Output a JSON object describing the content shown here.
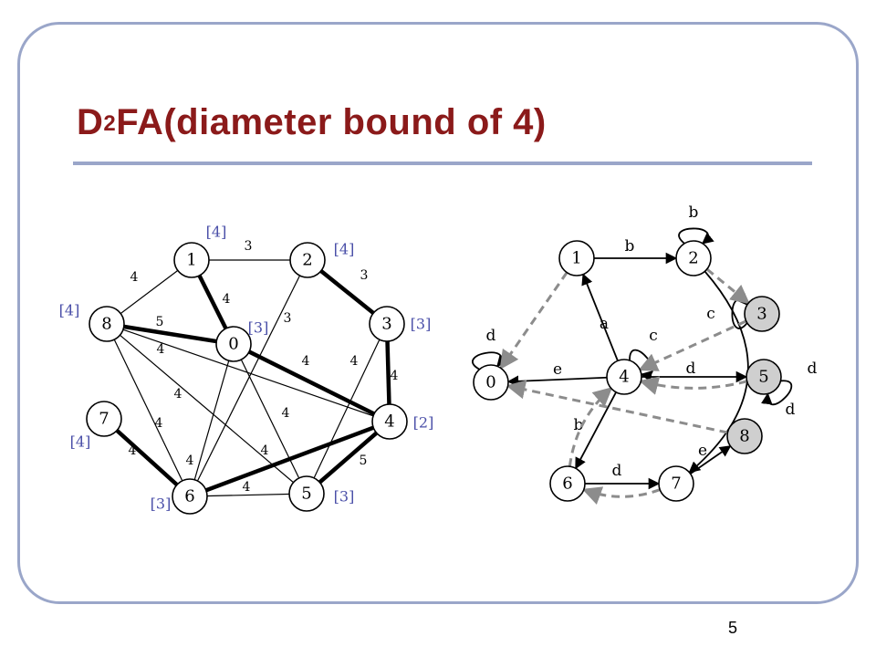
{
  "slide": {
    "title_prefix": "D",
    "title_sup": "2",
    "title_rest": "FA(diameter bound of 4)",
    "page_number": "5"
  },
  "colors": {
    "frame": "#9aa6c9",
    "title": "#8b1a1a",
    "bracket_label": "#4a4fa8",
    "dashed_edge": "#8c8c8c",
    "shaded_node": "#cfcfcf"
  },
  "left_graph": {
    "nodes": [
      {
        "id": "0",
        "label": "0",
        "bracket": "[3]"
      },
      {
        "id": "1",
        "label": "1",
        "bracket": "[4]"
      },
      {
        "id": "2",
        "label": "2",
        "bracket": "[4]"
      },
      {
        "id": "3",
        "label": "3",
        "bracket": "[3]"
      },
      {
        "id": "4",
        "label": "4",
        "bracket": "[2]"
      },
      {
        "id": "5",
        "label": "5",
        "bracket": "[3]"
      },
      {
        "id": "6",
        "label": "6",
        "bracket": "[3]"
      },
      {
        "id": "7",
        "label": "7",
        "bracket": "[4]"
      },
      {
        "id": "8",
        "label": "8",
        "bracket": "[4]"
      }
    ],
    "edges": [
      {
        "from": "1",
        "to": "2",
        "weight": "3",
        "bold": false
      },
      {
        "from": "1",
        "to": "8",
        "weight": "4",
        "bold": false
      },
      {
        "from": "1",
        "to": "0",
        "weight": "4",
        "bold": true
      },
      {
        "from": "2",
        "to": "3",
        "weight": "3",
        "bold": true
      },
      {
        "from": "2",
        "to": "6",
        "weight": "3",
        "bold": false
      },
      {
        "from": "8",
        "to": "0",
        "weight": "5",
        "bold": true
      },
      {
        "from": "8",
        "to": "4",
        "weight": "4",
        "bold": false
      },
      {
        "from": "8",
        "to": "5",
        "weight": "4",
        "bold": false
      },
      {
        "from": "8",
        "to": "6",
        "weight": "4",
        "bold": false
      },
      {
        "from": "0",
        "to": "4",
        "weight": "4",
        "bold": true
      },
      {
        "from": "0",
        "to": "6",
        "weight": "4",
        "bold": false
      },
      {
        "from": "0",
        "to": "5",
        "weight": "4",
        "bold": false
      },
      {
        "from": "3",
        "to": "4",
        "weight": "4",
        "bold": true
      },
      {
        "from": "3",
        "to": "5",
        "weight": "4",
        "bold": false
      },
      {
        "from": "4",
        "to": "6",
        "weight": "4",
        "bold": true
      },
      {
        "from": "4",
        "to": "5",
        "weight": "5",
        "bold": true
      },
      {
        "from": "7",
        "to": "6",
        "weight": "4",
        "bold": true
      },
      {
        "from": "6",
        "to": "5",
        "weight": "4",
        "bold": false
      }
    ]
  },
  "right_graph": {
    "nodes": [
      {
        "id": "0",
        "label": "0",
        "shaded": false
      },
      {
        "id": "1",
        "label": "1",
        "shaded": false
      },
      {
        "id": "2",
        "label": "2",
        "shaded": false
      },
      {
        "id": "3",
        "label": "3",
        "shaded": true
      },
      {
        "id": "4",
        "label": "4",
        "shaded": false
      },
      {
        "id": "5",
        "label": "5",
        "shaded": true
      },
      {
        "id": "6",
        "label": "6",
        "shaded": false
      },
      {
        "id": "7",
        "label": "7",
        "shaded": false
      },
      {
        "id": "8",
        "label": "8",
        "shaded": true
      }
    ],
    "edges": [
      {
        "from": "1",
        "to": "2",
        "label": "b",
        "dashed": false
      },
      {
        "from": "2",
        "to": "2",
        "label": "b",
        "dashed": false
      },
      {
        "from": "2",
        "to": "7",
        "label": "d",
        "dashed": false
      },
      {
        "from": "3",
        "to": "3",
        "label": "c",
        "dashed": false
      },
      {
        "from": "4",
        "to": "1",
        "label": "a",
        "dashed": false
      },
      {
        "from": "4",
        "to": "4",
        "label": "c",
        "dashed": false
      },
      {
        "from": "4",
        "to": "0",
        "label": "e",
        "dashed": false
      },
      {
        "from": "4",
        "to": "5",
        "label": "d",
        "dashed": false
      },
      {
        "from": "4",
        "to": "6",
        "label": "b",
        "dashed": false
      },
      {
        "from": "0",
        "to": "0",
        "label": "d",
        "dashed": false
      },
      {
        "from": "5",
        "to": "5",
        "label": "d",
        "dashed": false
      },
      {
        "from": "6",
        "to": "7",
        "label": "d",
        "dashed": false
      },
      {
        "from": "7",
        "to": "8",
        "label": "e",
        "dashed": false
      },
      {
        "from": "1",
        "to": "0",
        "label": "",
        "dashed": true
      },
      {
        "from": "2",
        "to": "3",
        "label": "",
        "dashed": true
      },
      {
        "from": "3",
        "to": "4",
        "label": "",
        "dashed": true
      },
      {
        "from": "5",
        "to": "4",
        "label": "",
        "dashed": true
      },
      {
        "from": "8",
        "to": "0",
        "label": "",
        "dashed": true
      },
      {
        "from": "6",
        "to": "4",
        "label": "",
        "dashed": true
      },
      {
        "from": "7",
        "to": "6",
        "label": "",
        "dashed": true
      }
    ]
  }
}
